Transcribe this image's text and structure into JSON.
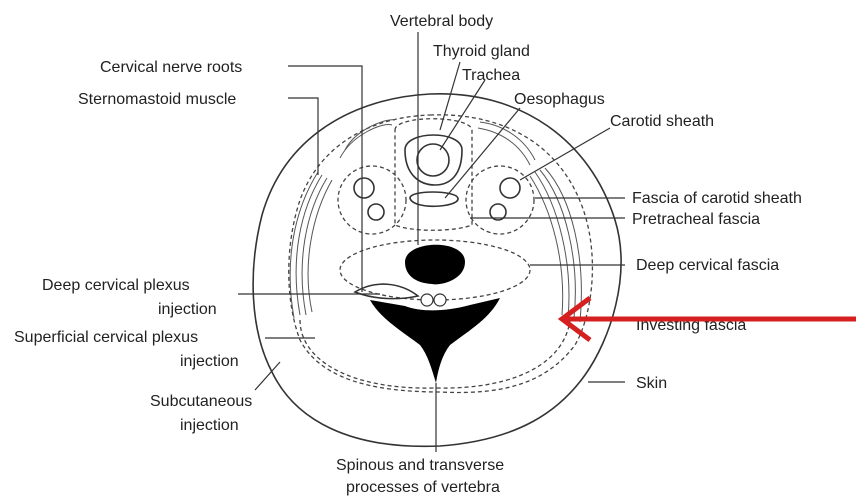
{
  "diagram": {
    "labels": {
      "vertebral_body": "Vertebral body",
      "thyroid_gland": "Thyroid gland",
      "trachea": "Trachea",
      "oesophagus": "Oesophagus",
      "carotid_sheath": "Carotid sheath",
      "cervical_nerve_roots": "Cervical nerve roots",
      "sternomastoid_muscle": "Sternomastoid muscle",
      "fascia_of_carotid_sheath": "Fascia of carotid sheath",
      "pretracheal_fascia": "Pretracheal fascia",
      "deep_cervical_fascia": "Deep cervical fascia",
      "deep_cervical_plexus_injection_1": "Deep cervical plexus",
      "deep_cervical_plexus_injection_2": "injection",
      "superficial_cervical_plexus_injection_1": "Superficial cervical plexus",
      "superficial_cervical_plexus_injection_2": "injection",
      "investing_fascia": "Investing fascia",
      "subcutaneous_injection_1": "Subcutaneous",
      "subcutaneous_injection_2": "injection",
      "skin": "Skin",
      "spinous_transverse_1": "Spinous and transverse",
      "spinous_transverse_2": "processes of vertebra"
    },
    "colors": {
      "line": "#333333",
      "fill_dark": "#000000",
      "arrow": "#d61f1f"
    }
  }
}
